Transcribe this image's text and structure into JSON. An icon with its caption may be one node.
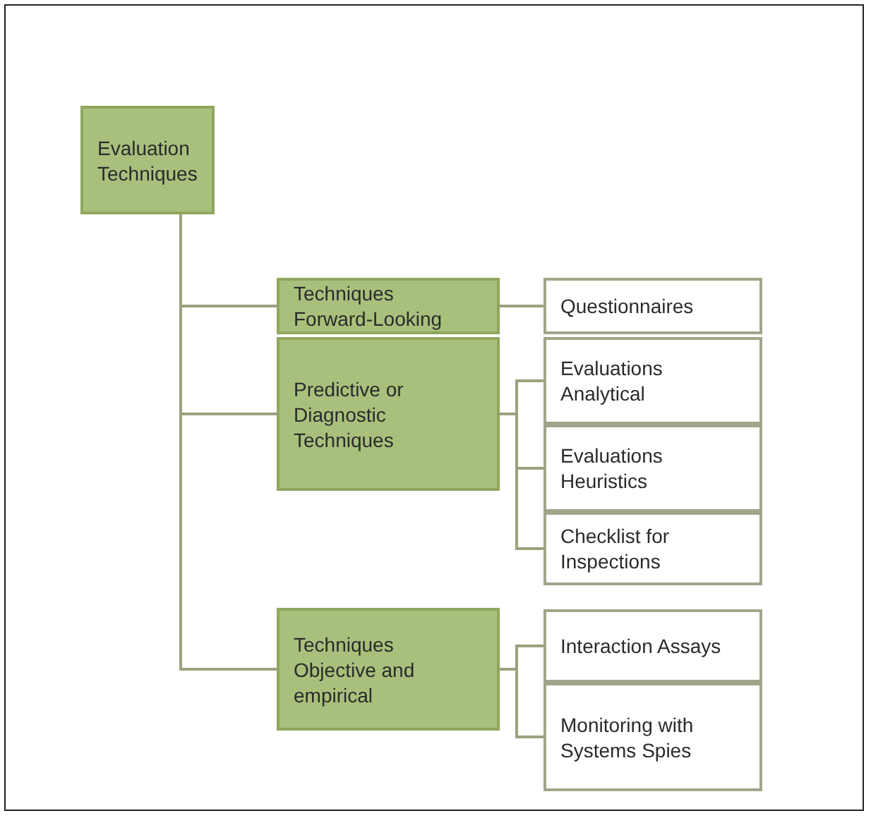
{
  "diagram": {
    "nodes": [
      {
        "text": [
          "Evaluation Techniques"
        ]
      },
      {
        "text": [
          "Techniques Forward-Looking"
        ]
      },
      {
        "text": [
          "Questionnaires"
        ]
      },
      {
        "text": [
          "Predictive or Diagnostic Techniques"
        ]
      },
      {
        "text": [
          "Evaluations Analytical"
        ]
      },
      {
        "text": [
          "Evaluations Heuristics"
        ]
      },
      {
        "text": [
          "Checklist for Inspections"
        ]
      },
      {
        "text": [
          "Techniques Objective and empirical"
        ]
      },
      {
        "text": [
          "Interaction Assays"
        ]
      },
      {
        "text": [
          "Monitoring with Systems Spies"
        ]
      }
    ],
    "edges": [
      {
        "from": 0,
        "to": 1,
        "arrow": "none"
      },
      {
        "from": 0,
        "to": 3,
        "arrow": "none"
      },
      {
        "from": 0,
        "to": 7,
        "arrow": "none"
      },
      {
        "from": 1,
        "to": 2,
        "arrow": "none"
      },
      {
        "from": 3,
        "to": 4,
        "arrow": "none"
      },
      {
        "from": 3,
        "to": 5,
        "arrow": "none"
      },
      {
        "from": 3,
        "to": 6,
        "arrow": "none"
      },
      {
        "from": 7,
        "to": 8,
        "arrow": "none"
      },
      {
        "from": 7,
        "to": 9,
        "arrow": "none"
      }
    ]
  }
}
